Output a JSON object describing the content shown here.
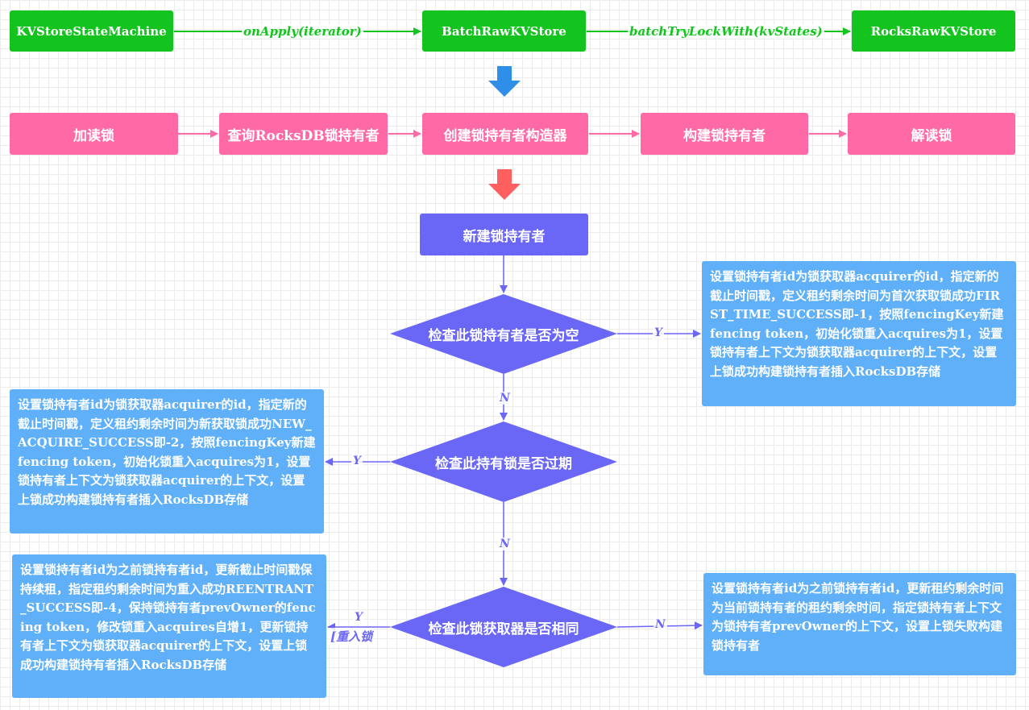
{
  "row1": {
    "state_machine": "KVStoreStateMachine",
    "on_apply": "onApply(iterator)",
    "batch_store": "BatchRawKVStore",
    "batch_try_lock": "batchTryLockWith(kvStates)",
    "rocks_store": "RocksRawKVStore"
  },
  "row2": {
    "add_read_lock": "加读锁",
    "query_holder": "查询RocksDB锁持有者",
    "create_builder": "创建锁持有者构造器",
    "build_holder": "构建锁持有者",
    "release_read_lock": "解读锁"
  },
  "flow": {
    "new_holder": "新建锁持有者",
    "check_empty": "检查此锁持有者是否为空",
    "check_expired": "检查此持有锁是否过期",
    "check_same": "检查此锁获取器是否相同",
    "yes": "Y",
    "no": "N",
    "reentrant_label": "[重入锁",
    "note_first_time": "设置锁持有者id为锁获取器acquirer的id，指定新的截止时间戳，定义租约剩余时间为首次获取锁成功FIRST_TIME_SUCCESS即-1，按照fencingKey新建fencing token，初始化锁重入acquires为1，设置锁持有者上下文为锁获取器acquirer的上下文，设置上锁成功构建锁持有者插入RocksDB存储",
    "note_new_acquire": "设置锁持有者id为锁获取器acquirer的id，指定新的截止时间戳，定义租约剩余时间为新获取锁成功NEW_ACQUIRE_SUCCESS即-2，按照fencingKey新建fencing token，初始化锁重入acquires为1，设置锁持有者上下文为锁获取器acquirer的上下文，设置上锁成功构建锁持有者插入RocksDB存储",
    "note_reentrant": "设置锁持有者id为之前锁持有者id，更新截止时间戳保持续租，指定租约剩余时间为重入成功REENTRANT_SUCCESS即-4，保持锁持有者prevOwner的fencing token，修改锁重入acquires自增1，更新锁持有者上下文为锁获取器acquirer的上下文，设置上锁成功构建锁持有者插入RocksDB存储",
    "note_fail": "设置锁持有者id为之前锁持有者id，更新租约剩余时间为当前锁持有者的租约剩余时间，指定锁持有者上下文为锁持有者prevOwner的上下文，设置上锁失败构建锁持有者"
  },
  "colors": {
    "green": "#14c41e",
    "pink": "#ff6aa6",
    "purple": "#6b67f6",
    "note_blue": "#5fb0f9",
    "arrow_blue": "#2e8ee8",
    "arrow_red": "#ff5f5f"
  }
}
